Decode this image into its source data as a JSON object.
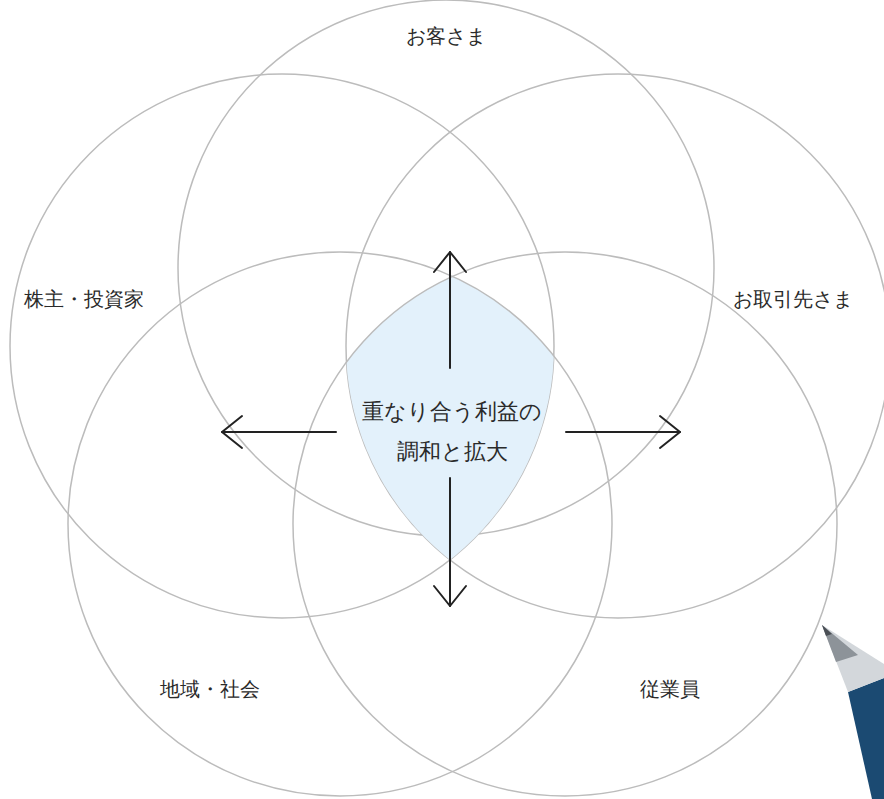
{
  "diagram": {
    "nodes": [
      {
        "text": [
          "お客さま"
        ]
      },
      {
        "text": [
          "株主・投資家"
        ]
      },
      {
        "text": [
          "お取引先さま"
        ]
      },
      {
        "text": [
          "重なり合う利益の 調和と拡大"
        ]
      },
      {
        "text": [
          "地域・社会"
        ]
      },
      {
        "text": [
          "従業員"
        ]
      }
    ]
  }
}
